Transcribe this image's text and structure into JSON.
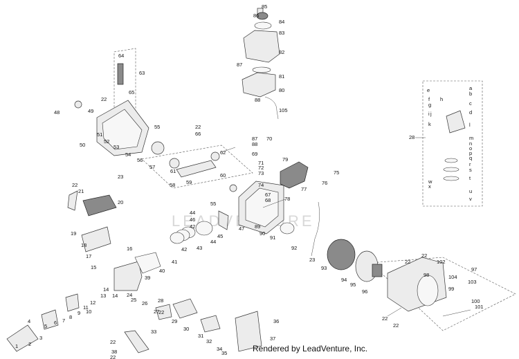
{
  "watermark": "LEADVENTURE",
  "credit": "Rendered by LeadVenture, Inc.",
  "callouts": {
    "c1": "1",
    "c2": "2",
    "c3": "3",
    "c4": "4",
    "c5": "5",
    "c6": "6",
    "c7": "7",
    "c8": "8",
    "c9": "9",
    "c10": "10",
    "c11": "11",
    "c12": "12",
    "c13": "13",
    "c14a": "14",
    "c14b": "14",
    "c15": "15",
    "c16": "16",
    "c17": "17",
    "c18": "18",
    "c19": "19",
    "c20": "20",
    "c21": "21",
    "c22a": "22",
    "c22b": "22",
    "c22c": "22",
    "c22d": "22",
    "c22e": "22",
    "c22f": "22",
    "c22g": "22",
    "c22h": "22",
    "c23a": "23",
    "c23b": "23",
    "c24": "24",
    "c25": "25",
    "c26": "26",
    "c27": "27",
    "c28": "28",
    "c29": "29",
    "c30": "30",
    "c31": "31",
    "c32": "32",
    "c33": "33",
    "c34": "34",
    "c35": "35",
    "c36": "36",
    "c37": "37",
    "c38": "38",
    "c39": "39",
    "c40": "40",
    "c41": "41",
    "c42": "42",
    "c43": "43",
    "c44a": "44",
    "c44b": "44",
    "c45": "45",
    "c46": "46",
    "c47": "47",
    "c48": "48",
    "c49": "49",
    "c50": "50",
    "c51": "51",
    "c52": "52",
    "c53": "53",
    "c54": "54",
    "c55a": "55",
    "c55b": "55",
    "c56": "56",
    "c57": "57",
    "c58": "58",
    "c59": "59",
    "c60": "60",
    "c61": "61",
    "c62": "62",
    "c63": "63",
    "c64": "64",
    "c65": "65",
    "c66": "66",
    "c67": "67",
    "c68": "68",
    "c69": "69",
    "c70": "70",
    "c71": "71",
    "c72": "72",
    "c73": "73",
    "c74": "74",
    "c75": "75",
    "c76": "76",
    "c77": "77",
    "c78": "78",
    "c79": "79",
    "c80": "80",
    "c81": "81",
    "c82": "82",
    "c83": "83",
    "c84": "84",
    "c85": "85",
    "c86": "86",
    "c87a": "87",
    "c87b": "87",
    "c88a": "88",
    "c88b": "88",
    "c89": "89",
    "c90": "90",
    "c91": "91",
    "c92": "92",
    "c93": "93",
    "c94": "94",
    "c95": "95",
    "c96": "96",
    "c97": "97",
    "c98": "98",
    "c99": "99",
    "c100": "100",
    "c101": "101",
    "c102": "102",
    "c103": "103",
    "c104": "104",
    "c105": "105",
    "ca": "a",
    "cb": "b",
    "cc": "c",
    "cd": "d",
    "ce": "e",
    "cf": "f",
    "cg": "g",
    "ch": "h",
    "ci": "i",
    "cj": "j",
    "ck": "k",
    "cl": "l",
    "cm": "m",
    "cn": "n",
    "co": "o",
    "cp": "p",
    "cq": "q",
    "cr": "r",
    "cs": "s",
    "ct": "t",
    "cu": "u",
    "cv": "v",
    "cw": "w",
    "cx": "x"
  }
}
